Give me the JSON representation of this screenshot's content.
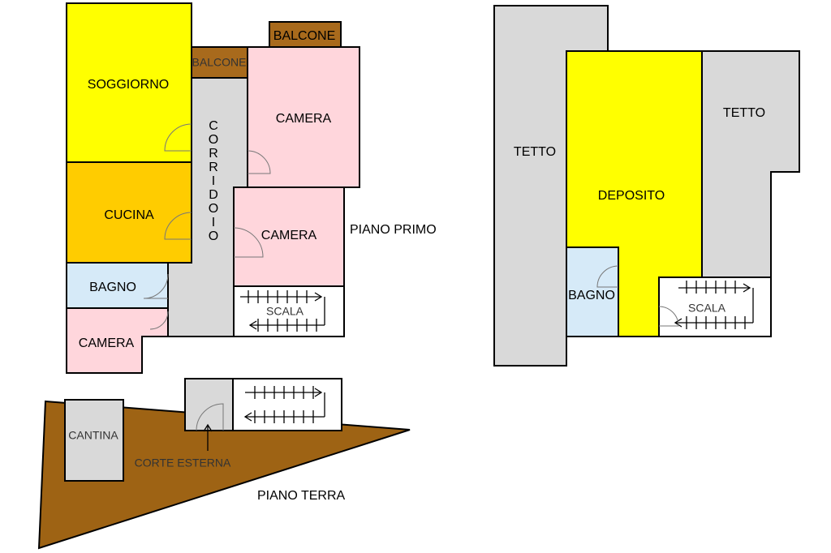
{
  "colors": {
    "living": "#ffff00",
    "kitchen": "#ffcc00",
    "bedroom": "#ffd6dc",
    "bath": "#d6eaf8",
    "corridor": "#d9d9d9",
    "balcony": "#a86a1c",
    "courtyard": "#9e6314",
    "roof": "#d9d9d9",
    "storage": "#ffff00",
    "cellar": "#d9d9d9"
  },
  "piano_primo": {
    "floor_label": "PIANO PRIMO",
    "soggiorno": "SOGGIORNO",
    "cucina": "CUCINA",
    "bagno": "BAGNO",
    "camera_small": "CAMERA",
    "balcone_top": "BALCONE",
    "balcone_side": "BALCONE",
    "corridoio_letters": [
      "C",
      "O",
      "R",
      "R",
      "I",
      "D",
      "O",
      "I",
      "O"
    ],
    "camera_top": "CAMERA",
    "camera_mid": "CAMERA",
    "scala": "SCALA"
  },
  "piano_sottotetto": {
    "tetto_left": "TETTO",
    "tetto_right": "TETTO",
    "deposito": "DEPOSITO",
    "bagno": "BAGNO",
    "scala": "SCALA"
  },
  "piano_terra": {
    "floor_label": "PIANO TERRA",
    "cantina": "CANTINA",
    "corte_esterna": "CORTE ESTERNA"
  }
}
